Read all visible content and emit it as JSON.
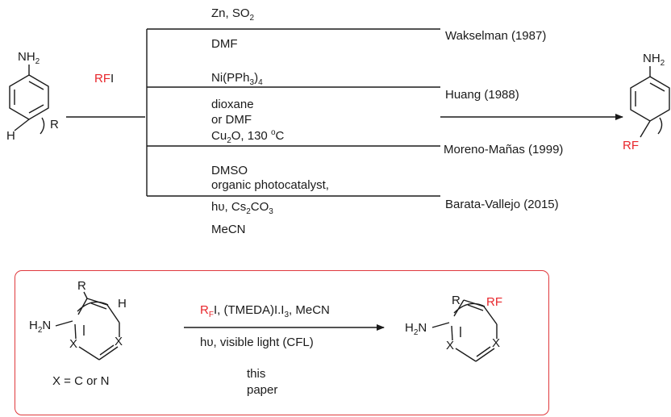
{
  "top": {
    "reagent": {
      "rf": "RF",
      "tail": "I"
    },
    "reactant": {
      "nh2": "NH2",
      "h": "H",
      "r": "R"
    },
    "conditions": [
      {
        "l1": "Zn, SO2",
        "l2": "DMF",
        "ref": "Wakselman (1987)"
      },
      {
        "l1": "Ni(PPh3)4",
        "l2": "dioxane",
        "l3": "or DMF",
        "ref": "Huang (1988)"
      },
      {
        "l1": "Cu2O, 130 °C",
        "l2": "DMSO",
        "ref": "Moreno-Mañas (1999)"
      },
      {
        "l1": "organic photocatalyst,",
        "l2": "hυ, Cs2CO3",
        "l3": "MeCN",
        "ref": "Barata-Vallejo (2015)"
      }
    ],
    "product": {
      "nh2": "NH2",
      "rf": "RF"
    }
  },
  "box": {
    "reactant": {
      "r": "R",
      "h": "H",
      "h2n": "H2N",
      "x": "X"
    },
    "x_def": "X = C or N",
    "arrow_above": {
      "rf": "RF",
      "rest": "I, (TMEDA)I.I3, MeCN"
    },
    "arrow_below": "hυ, visible light (CFL)",
    "note_l1": "this",
    "note_l2": "paper",
    "product": {
      "r": "R",
      "rf": "RF",
      "h2n": "H2N",
      "x": "X"
    },
    "border_color": "#e0393d"
  }
}
